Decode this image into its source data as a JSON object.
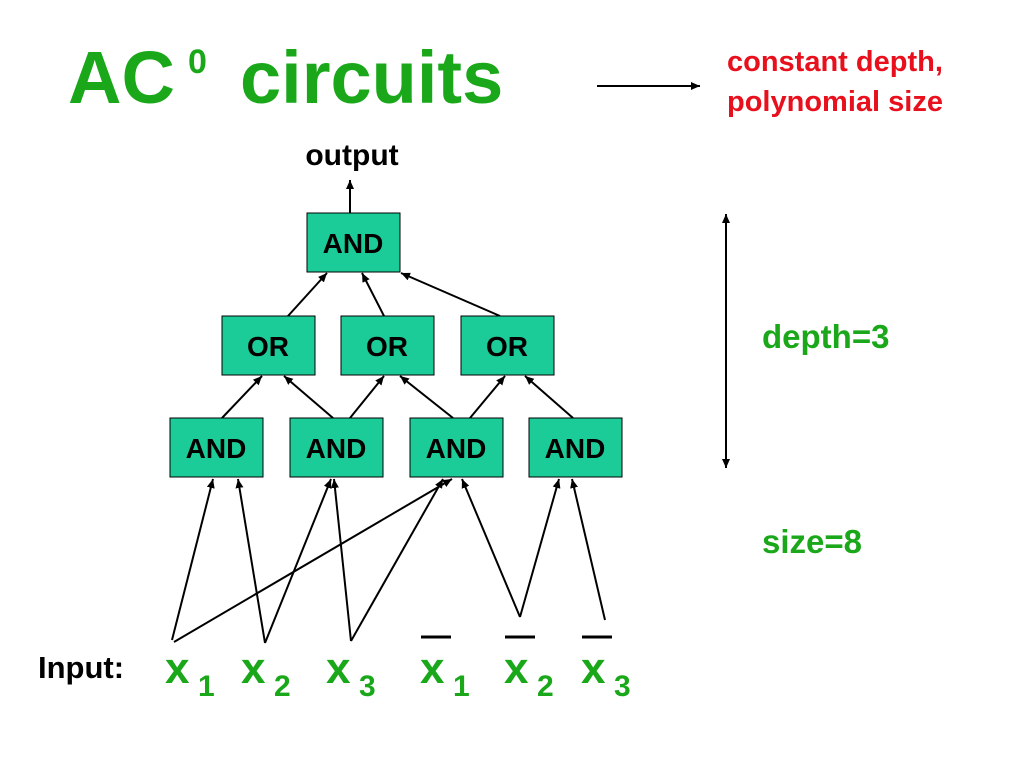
{
  "title": {
    "main": "AC",
    "superscript": "0",
    "rest": "circuits"
  },
  "note": {
    "line1": "constant depth,",
    "line2": "polynomial size"
  },
  "output_label": "output",
  "gates": {
    "top": "AND",
    "or1": "OR",
    "or2": "OR",
    "or3": "OR",
    "and1": "AND",
    "and2": "AND",
    "and3": "AND",
    "and4": "AND"
  },
  "depth_label": "depth=3",
  "size_label": "size=8",
  "input_label": "Input:",
  "inputs": [
    {
      "var": "x",
      "sub": "1",
      "negated": false
    },
    {
      "var": "x",
      "sub": "2",
      "negated": false
    },
    {
      "var": "x",
      "sub": "3",
      "negated": false
    },
    {
      "var": "x",
      "sub": "1",
      "negated": true
    },
    {
      "var": "x",
      "sub": "2",
      "negated": true
    },
    {
      "var": "x",
      "sub": "3",
      "negated": true
    }
  ],
  "colors": {
    "title_green": "#1aa81a",
    "note_red": "#e8101c",
    "gate_fill": "#1ccc98",
    "ink": "#000000"
  }
}
